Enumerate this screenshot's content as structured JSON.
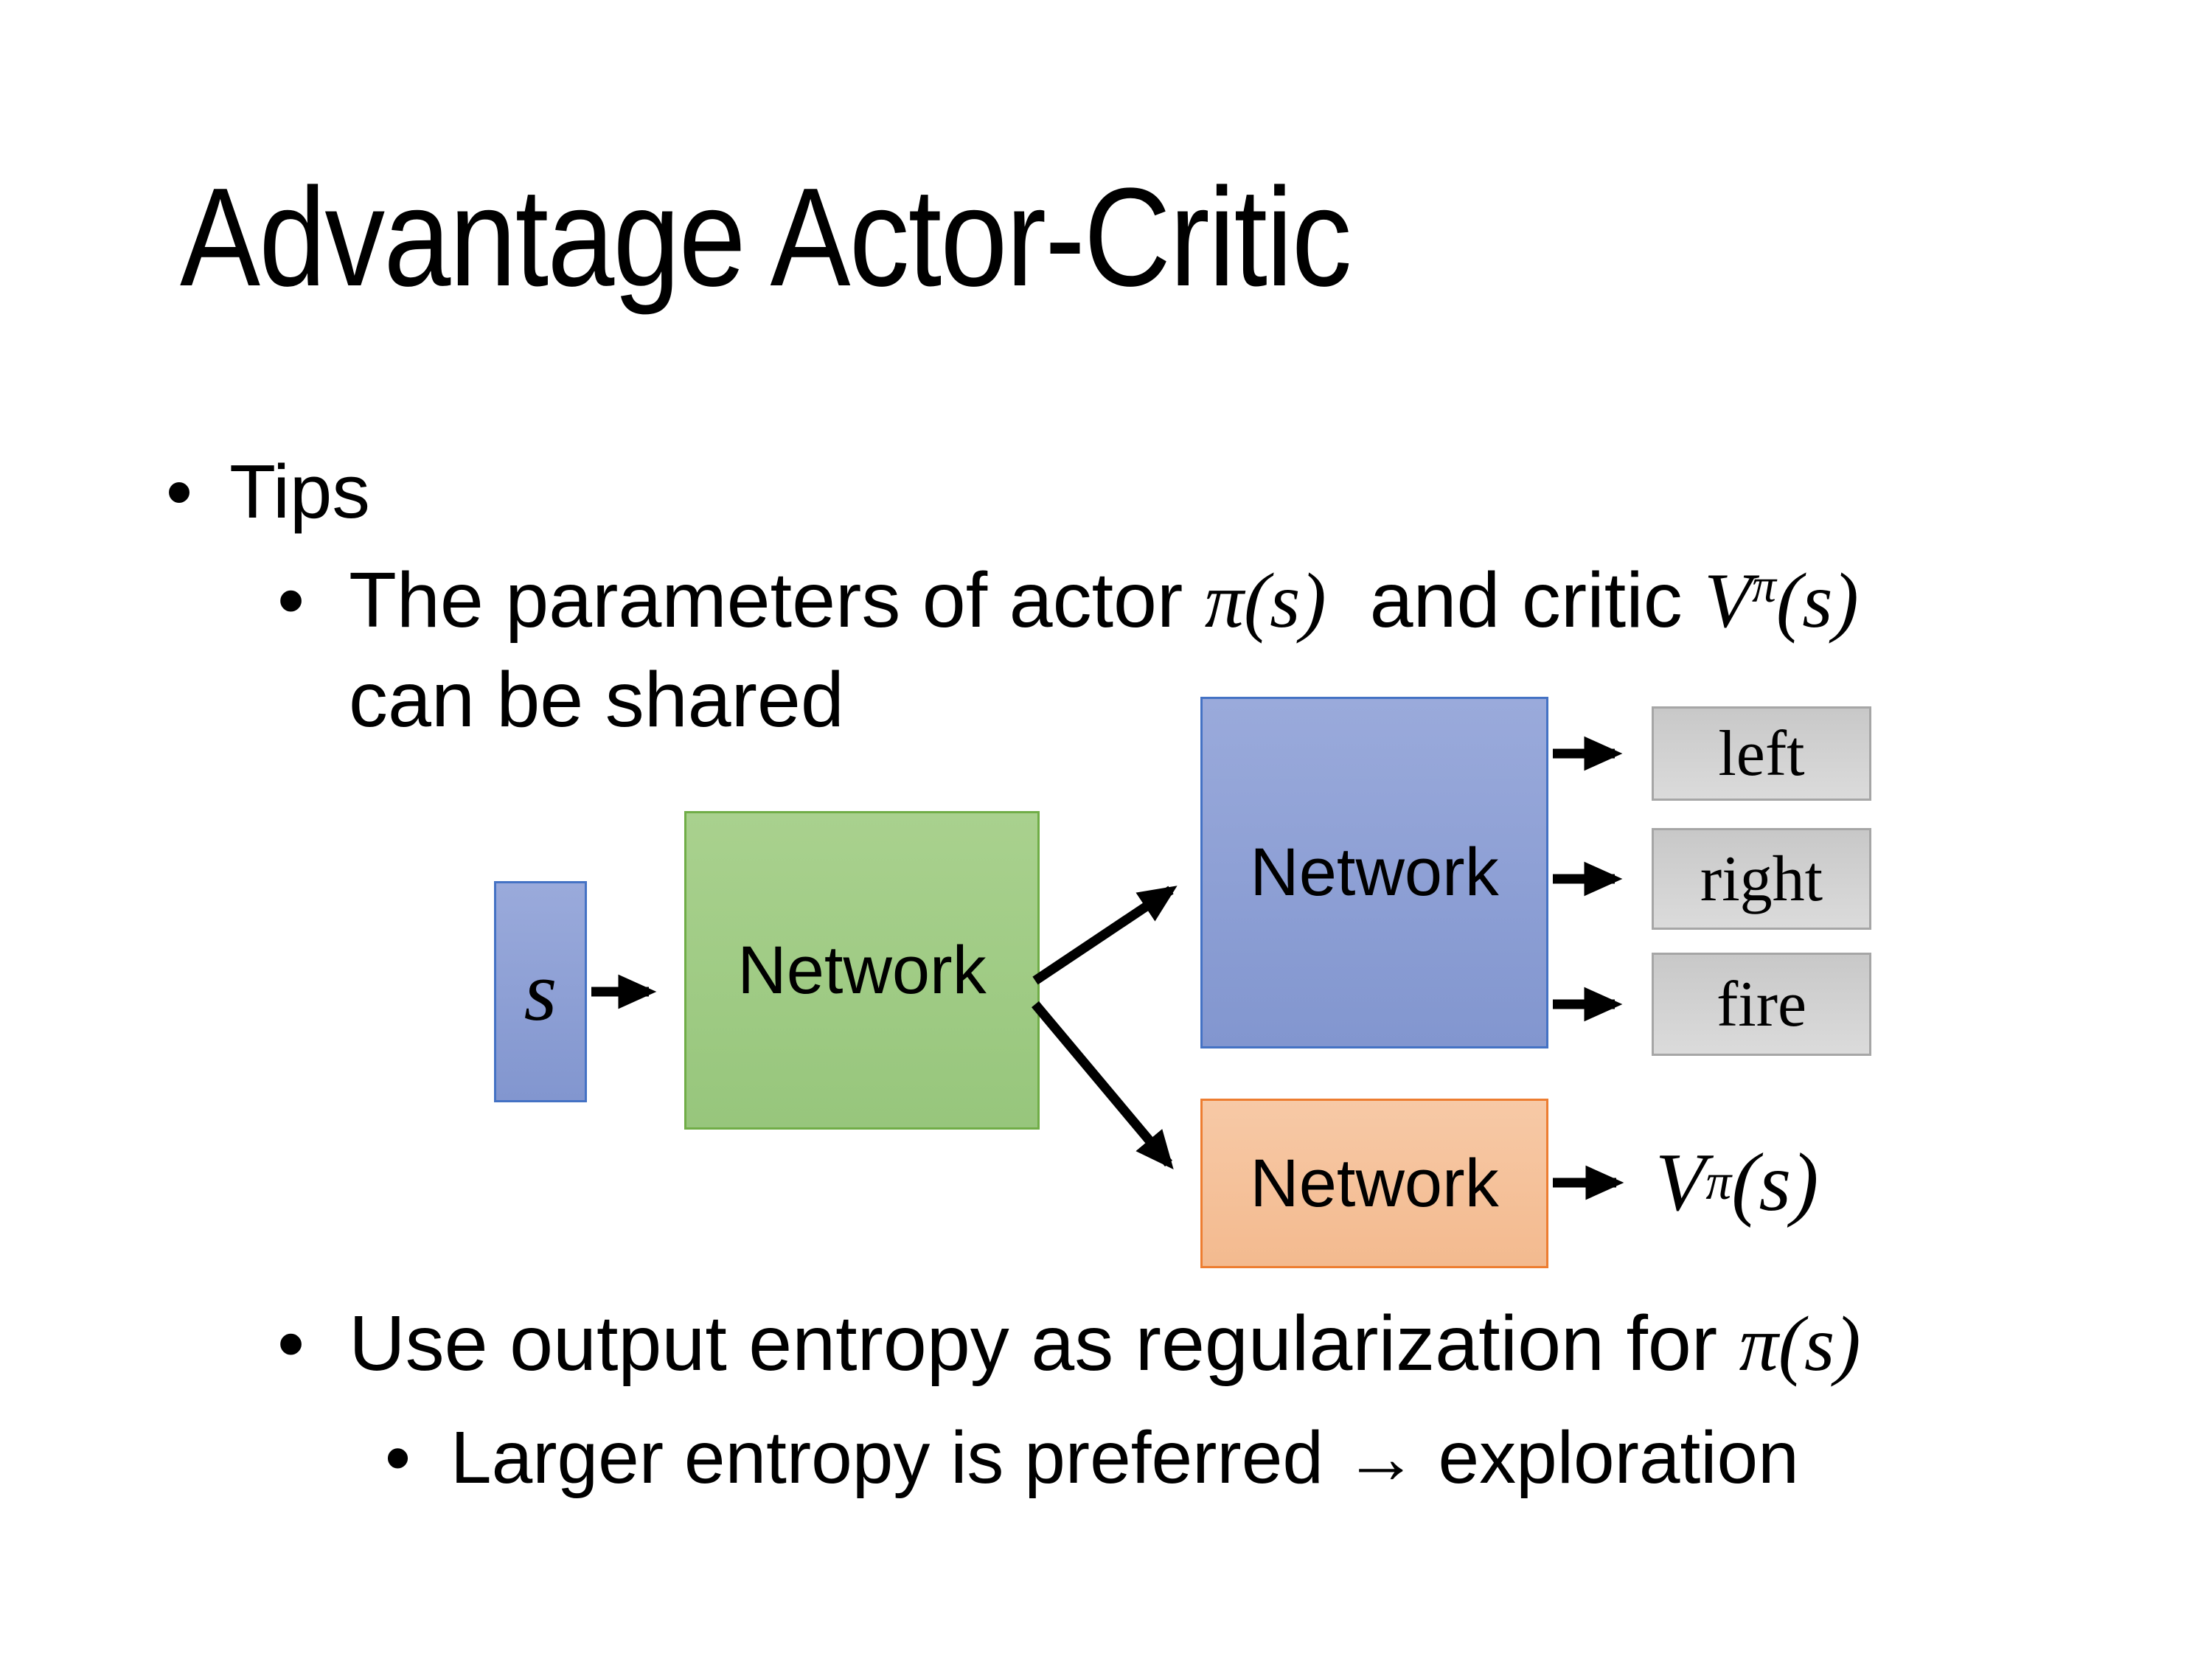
{
  "title": "Advantage Actor-Critic",
  "bullet_char": "•",
  "bullets": {
    "tips": "Tips",
    "param": {
      "pre": "The parameters of actor ",
      "pi_s": "π(s)",
      "mid": "  and critic ",
      "v": "V",
      "v_sup": "π",
      "v_args": "(s)",
      "line2": "can be shared"
    },
    "entropy": {
      "pre": "Use output entropy as regularization for ",
      "pi_s": "π(s)"
    },
    "entropy_sub": "Larger entropy is preferred → exploration"
  },
  "diagram": {
    "state_label": "s",
    "shared_label": "Network",
    "actor_label": "Network",
    "critic_label": "Network",
    "actions": [
      "left",
      "right",
      "fire"
    ],
    "value": {
      "v": "V",
      "sup": "π",
      "args": "(s)"
    }
  },
  "colors": {
    "background": "#FFFFFF",
    "text": "#000000",
    "arrow": "#000000",
    "blue_fill_top": "#9AAADB",
    "blue_fill_bottom": "#8296CF",
    "blue_border": "#4472C4",
    "green_fill_top": "#A9D18E",
    "green_fill_bottom": "#97C67C",
    "green_border": "#70AD47",
    "orange_fill_top": "#F7C9A6",
    "orange_fill_bottom": "#F3BA8F",
    "orange_border": "#ED7D31",
    "gray_fill_top": "#C8C8C8",
    "gray_fill_bottom": "#DBDBDB",
    "gray_border": "#A6A6A6"
  }
}
